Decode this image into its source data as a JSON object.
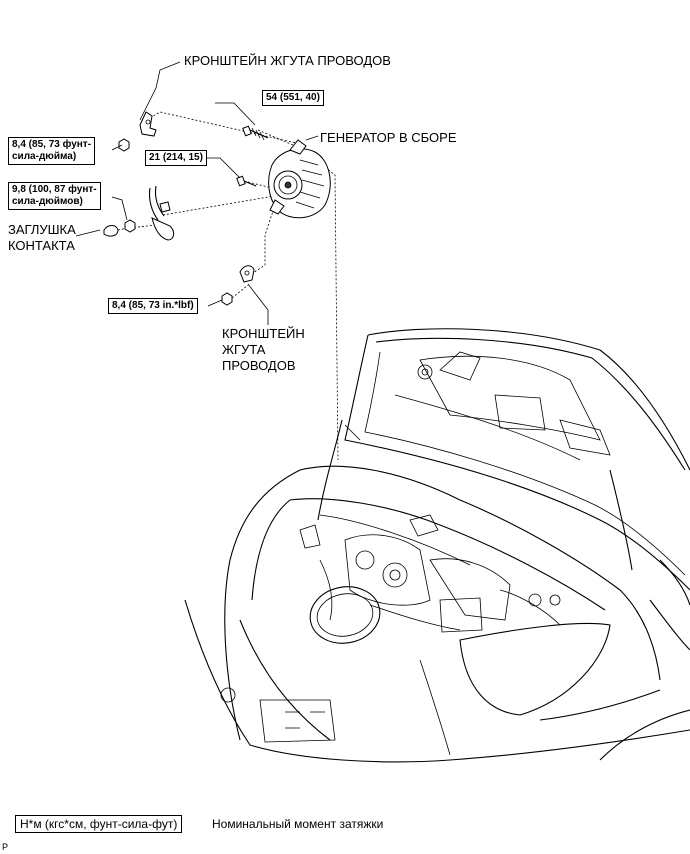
{
  "labels": {
    "harness_bracket_top": "КРОНШТЕЙН ЖГУТА ПРОВОДОВ",
    "alternator_assembly": "ГЕНЕРАТОР В СБОРЕ",
    "terminal_cap_line1": "ЗАГЛУШКА",
    "terminal_cap_line2": "КОНТАКТА",
    "harness_bracket_bottom_line1": "КРОНШТЕЙН",
    "harness_bracket_bottom_line2": "ЖГУТА",
    "harness_bracket_bottom_line3": "ПРОВОДОВ"
  },
  "torques": {
    "bolt_top": "54 (551, 40)",
    "bolt_middle": "21 (214, 15)",
    "bracket_nut_line1": "8,4 (85, 73 фунт-",
    "bracket_nut_line2": "сила-дюйма)",
    "terminal_nut_line1": "9,8 (100, 87 фунт-",
    "terminal_nut_line2": "сила-дюймов)",
    "bottom_bolt": "8,4 (85, 73 in.*lbf)"
  },
  "legend": {
    "unit": "Н*м (кгс*см, фунт-сила-фут)",
    "description": "Номинальный момент затяжки"
  },
  "corner_mark": "P"
}
